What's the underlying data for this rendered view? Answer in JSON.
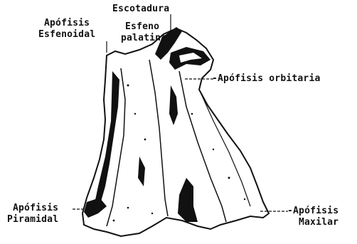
{
  "labels": {
    "escotadura": "Escotadura",
    "apofisis_esfenoidal_1": "Apófisis",
    "apofisis_esfenoidal_2": "Esfenoidal",
    "esfeno_1": "Esfeno",
    "esfeno_2": "palatina",
    "apofisis_orbitaria": "-Apófisis orbitaria",
    "apofisis_piramidal_1": "Apófisis",
    "apofisis_piramidal_2": "Piramidal",
    "apofisis_maxilar_1": "-Apófisis",
    "apofisis_maxilar_2": "Maxilar"
  },
  "colors": {
    "ink": "#111111",
    "paper": "#ffffff"
  }
}
